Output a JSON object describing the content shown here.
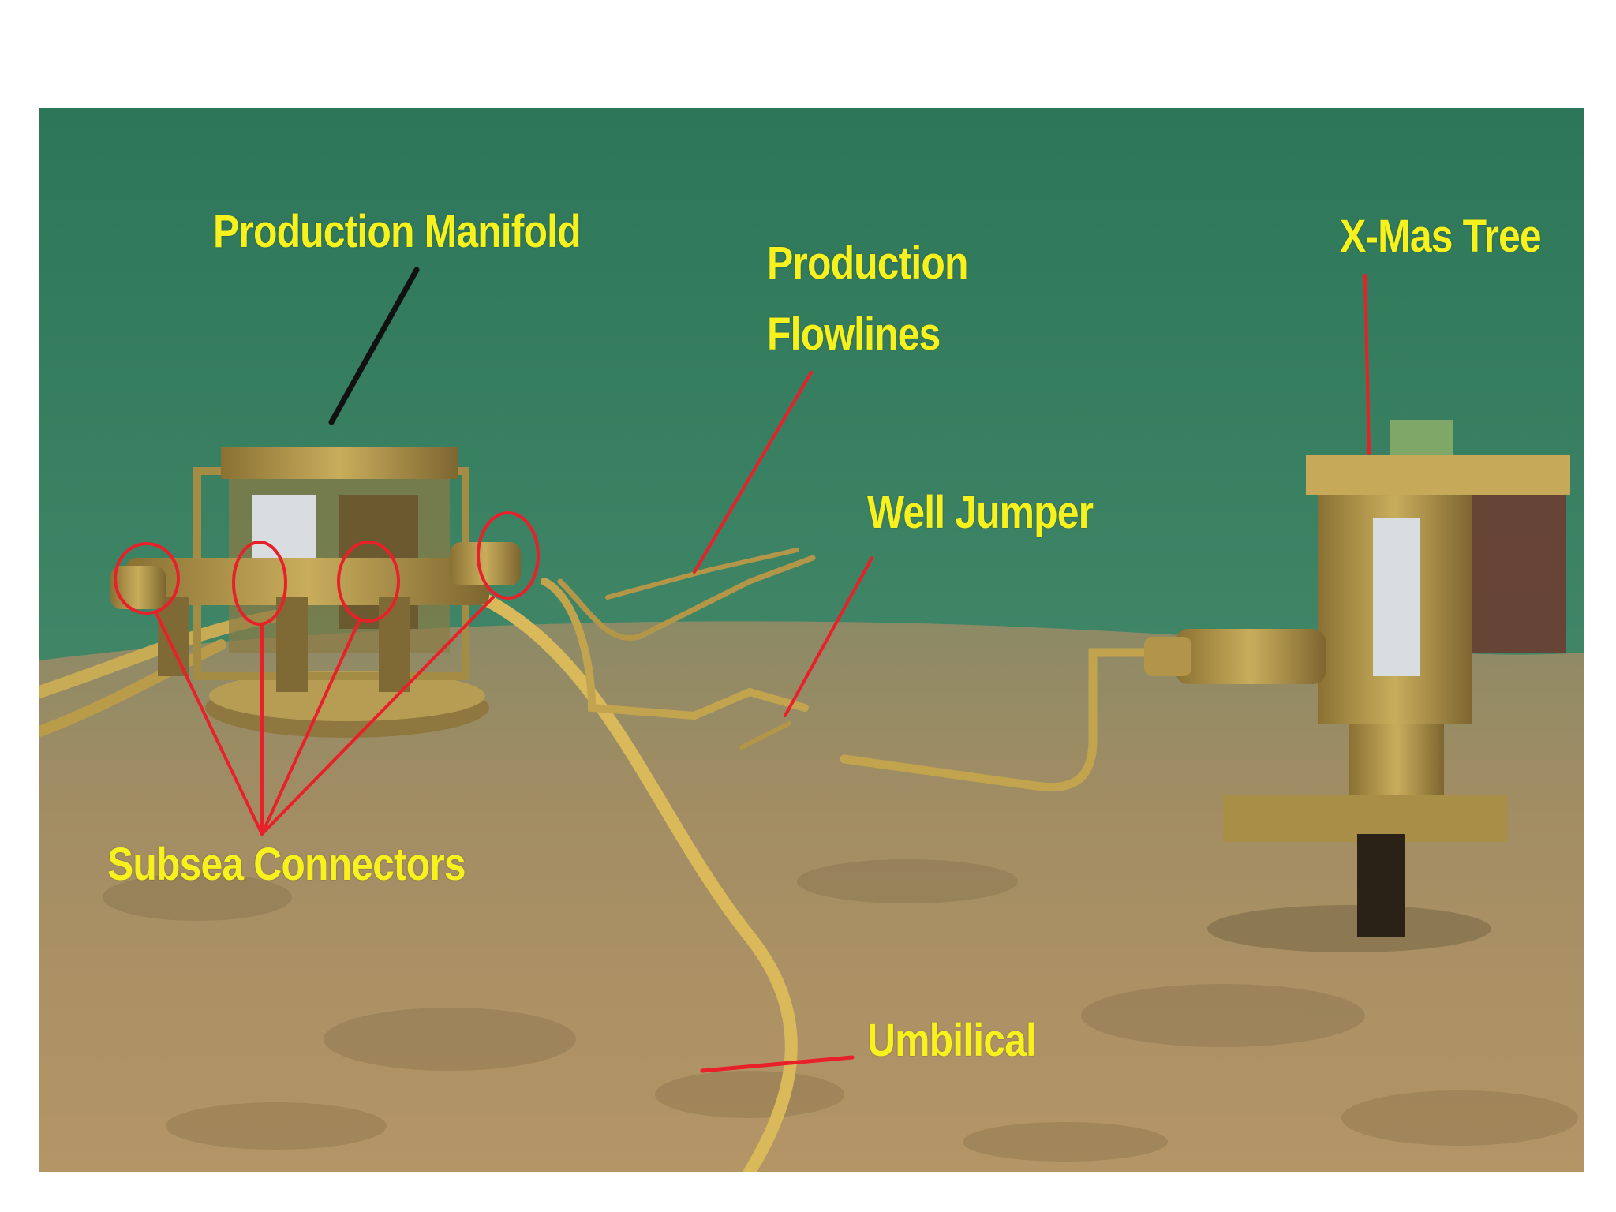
{
  "labels": {
    "production_manifold": "Production Manifold",
    "production_flowlines_line1": "Production",
    "production_flowlines_line2": "Flowlines",
    "xmas_tree": "X-Mas Tree",
    "well_jumper": "Well Jumper",
    "subsea_connectors": "Subsea Connectors",
    "umbilical": "Umbilical"
  },
  "colors": {
    "label_text": "#f7f21e",
    "pointer_red": "#e8202a",
    "pointer_black": "#111111",
    "water_top": "#2f7a5c",
    "seabed": "#a08a5c",
    "equipment": "#b69a4a",
    "page_background": "#ffffff"
  }
}
